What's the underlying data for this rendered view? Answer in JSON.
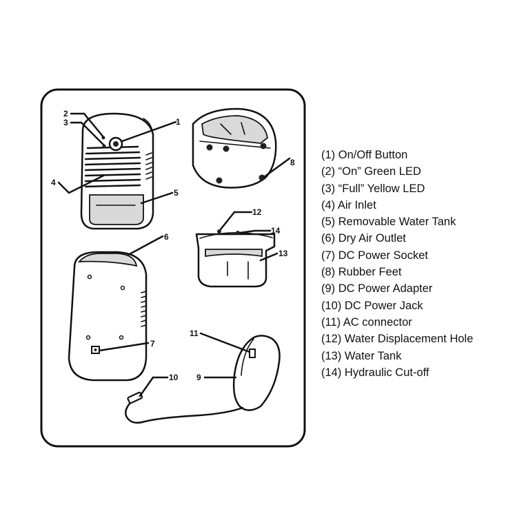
{
  "callouts": {
    "c1": "1",
    "c2": "2",
    "c3": "3",
    "c4": "4",
    "c5": "5",
    "c6": "6",
    "c7": "7",
    "c8": "8",
    "c9": "9",
    "c10": "10",
    "c11": "11",
    "c12": "12",
    "c13": "13",
    "c14": "14"
  },
  "legend": [
    "(1) On/Off Button",
    "(2) “On” Green LED",
    "(3) “Full” Yellow LED",
    "(4) Air Inlet",
    "(5) Removable Water Tank",
    "(6) Dry Air Outlet",
    "(7) DC Power Socket",
    "(8) Rubber Feet",
    "(9)  DC Power Adapter",
    "(10) DC Power Jack",
    "(11) AC connector",
    "(12) Water Displacement Hole",
    "(13) Water Tank",
    "(14) Hydraulic Cut-off"
  ]
}
